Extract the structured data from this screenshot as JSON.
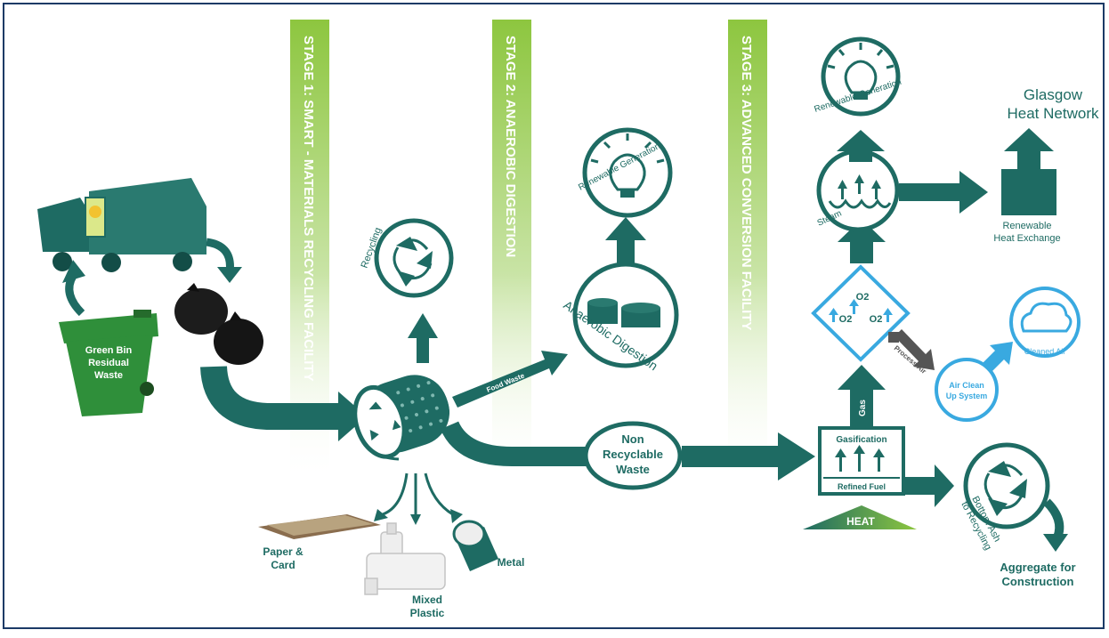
{
  "stages": {
    "stage1": "STAGE 1: SMART - MATERIALS RECYCLING FACILITY",
    "stage2": "STAGE 2: ANAEROBIC DIGESTION",
    "stage3": "STAGE 3: ADVANCED CONVERSION FACILITY"
  },
  "bin": {
    "line1": "Green Bin",
    "line2": "Residual",
    "line3": "Waste"
  },
  "mrf": {
    "recycling": "Recycling",
    "food_waste": "Food Waste",
    "paper_line1": "Paper &",
    "paper_line2": "Card",
    "plastic_line1": "Mixed",
    "plastic_line2": "Plastic",
    "metal": "Metal"
  },
  "ad": {
    "renewable_generation": "Renewable Generation",
    "anaerobic_digestion": "Anaerobic Digestion"
  },
  "non_recyclable": {
    "line1": "Non",
    "line2": "Recyclable",
    "line3": "Waste"
  },
  "acf": {
    "gasification": "Gasification",
    "refined_fuel": "Refined Fuel",
    "heat": "HEAT",
    "gas": "Gas",
    "o2": "O2",
    "process_air": "Process Air",
    "air_clean_line1": "Air Clean",
    "air_clean_line2": "Up System",
    "cleaned_air": "Cleaned Air",
    "steam": "Steam",
    "renewable_generation": "Renewable Generation",
    "heat_exchange_line1": "Renewable",
    "heat_exchange_line2": "Heat Exchange",
    "glasgow_line1": "Glasgow",
    "glasgow_line2": "Heat Network",
    "bottom_ash_line1": "Bottom Ash",
    "bottom_ash_line2": "to Recycling",
    "aggregate_line1": "Aggregate for",
    "aggregate_line2": "Construction"
  },
  "colors": {
    "teal": "#1e6b63",
    "band_green": "#8dc63f",
    "light_blue": "#39a9e0",
    "bin_green": "#2f8f3a",
    "grey_arrow": "#555555"
  }
}
